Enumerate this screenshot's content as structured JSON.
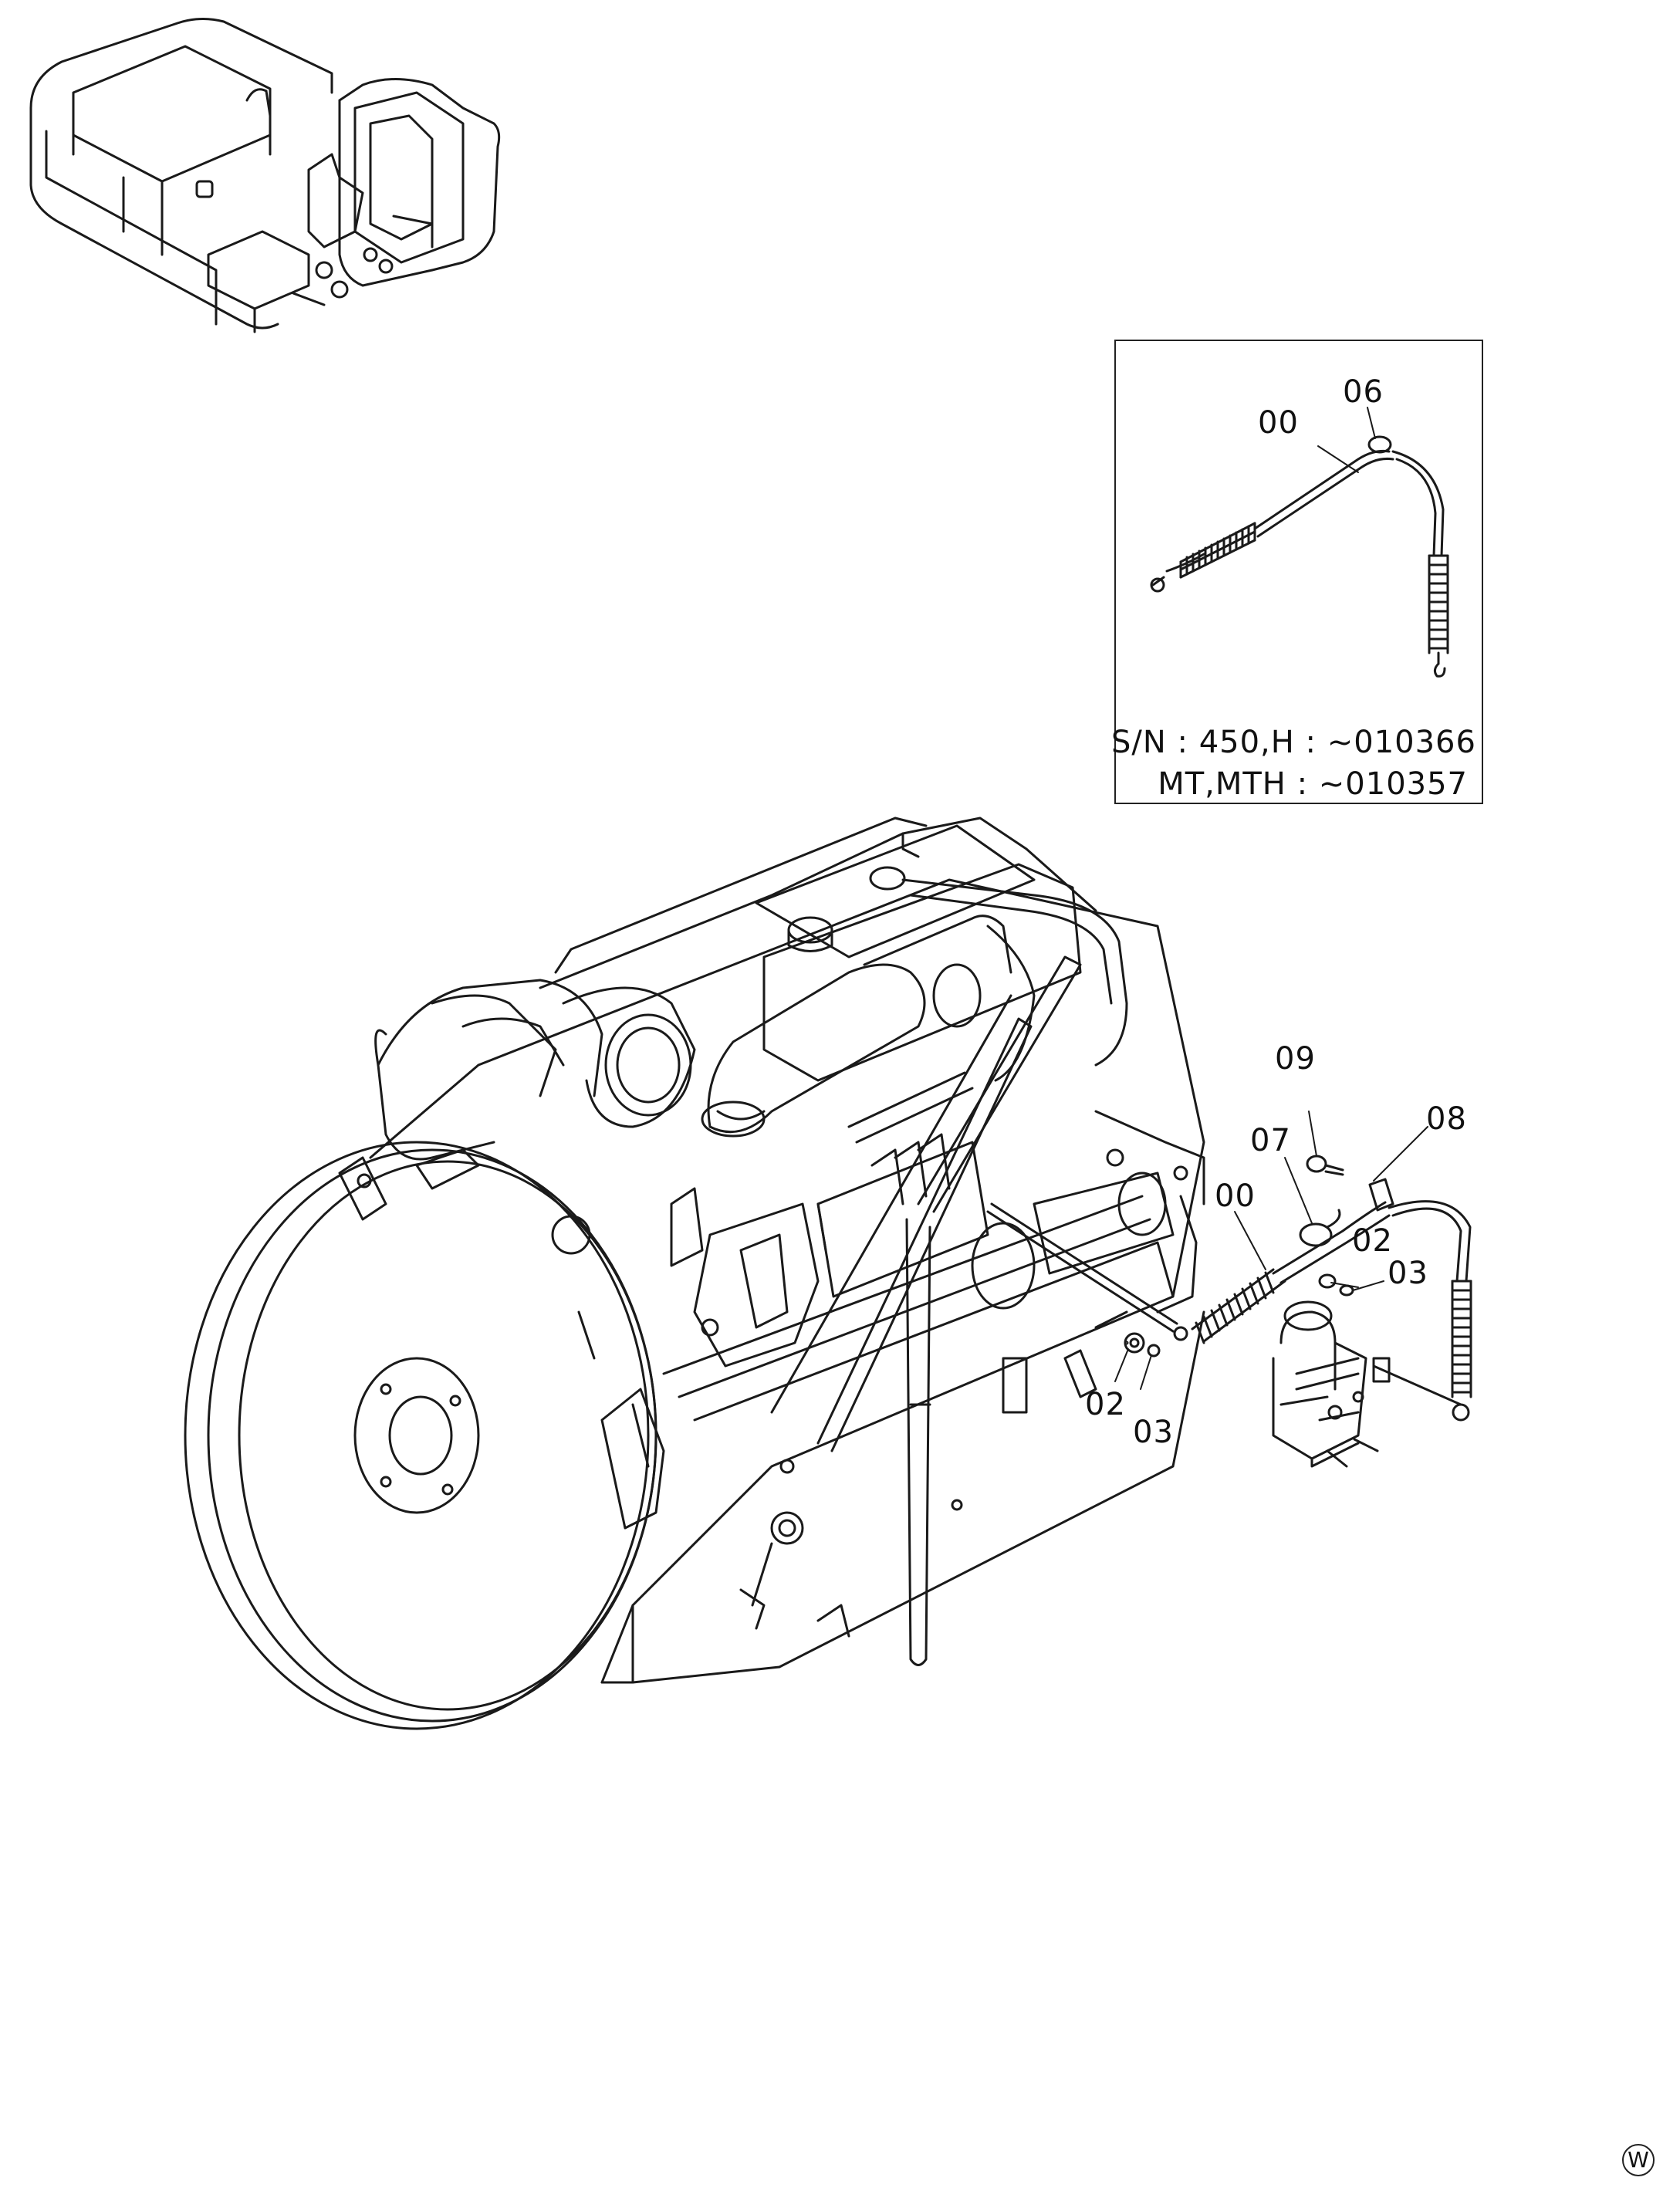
{
  "inset": {
    "labels": [
      "00",
      "06"
    ],
    "serial_note": {
      "line1": "S/N :  450,H : ~010366",
      "line2": "MT,MTH : ~010357"
    }
  },
  "callouts": [
    "09",
    "08",
    "07",
    "00",
    "02",
    "03",
    "02",
    "03"
  ],
  "corner_mark": "W",
  "colors": {
    "line": "#1a1a1a",
    "background": "#ffffff"
  }
}
